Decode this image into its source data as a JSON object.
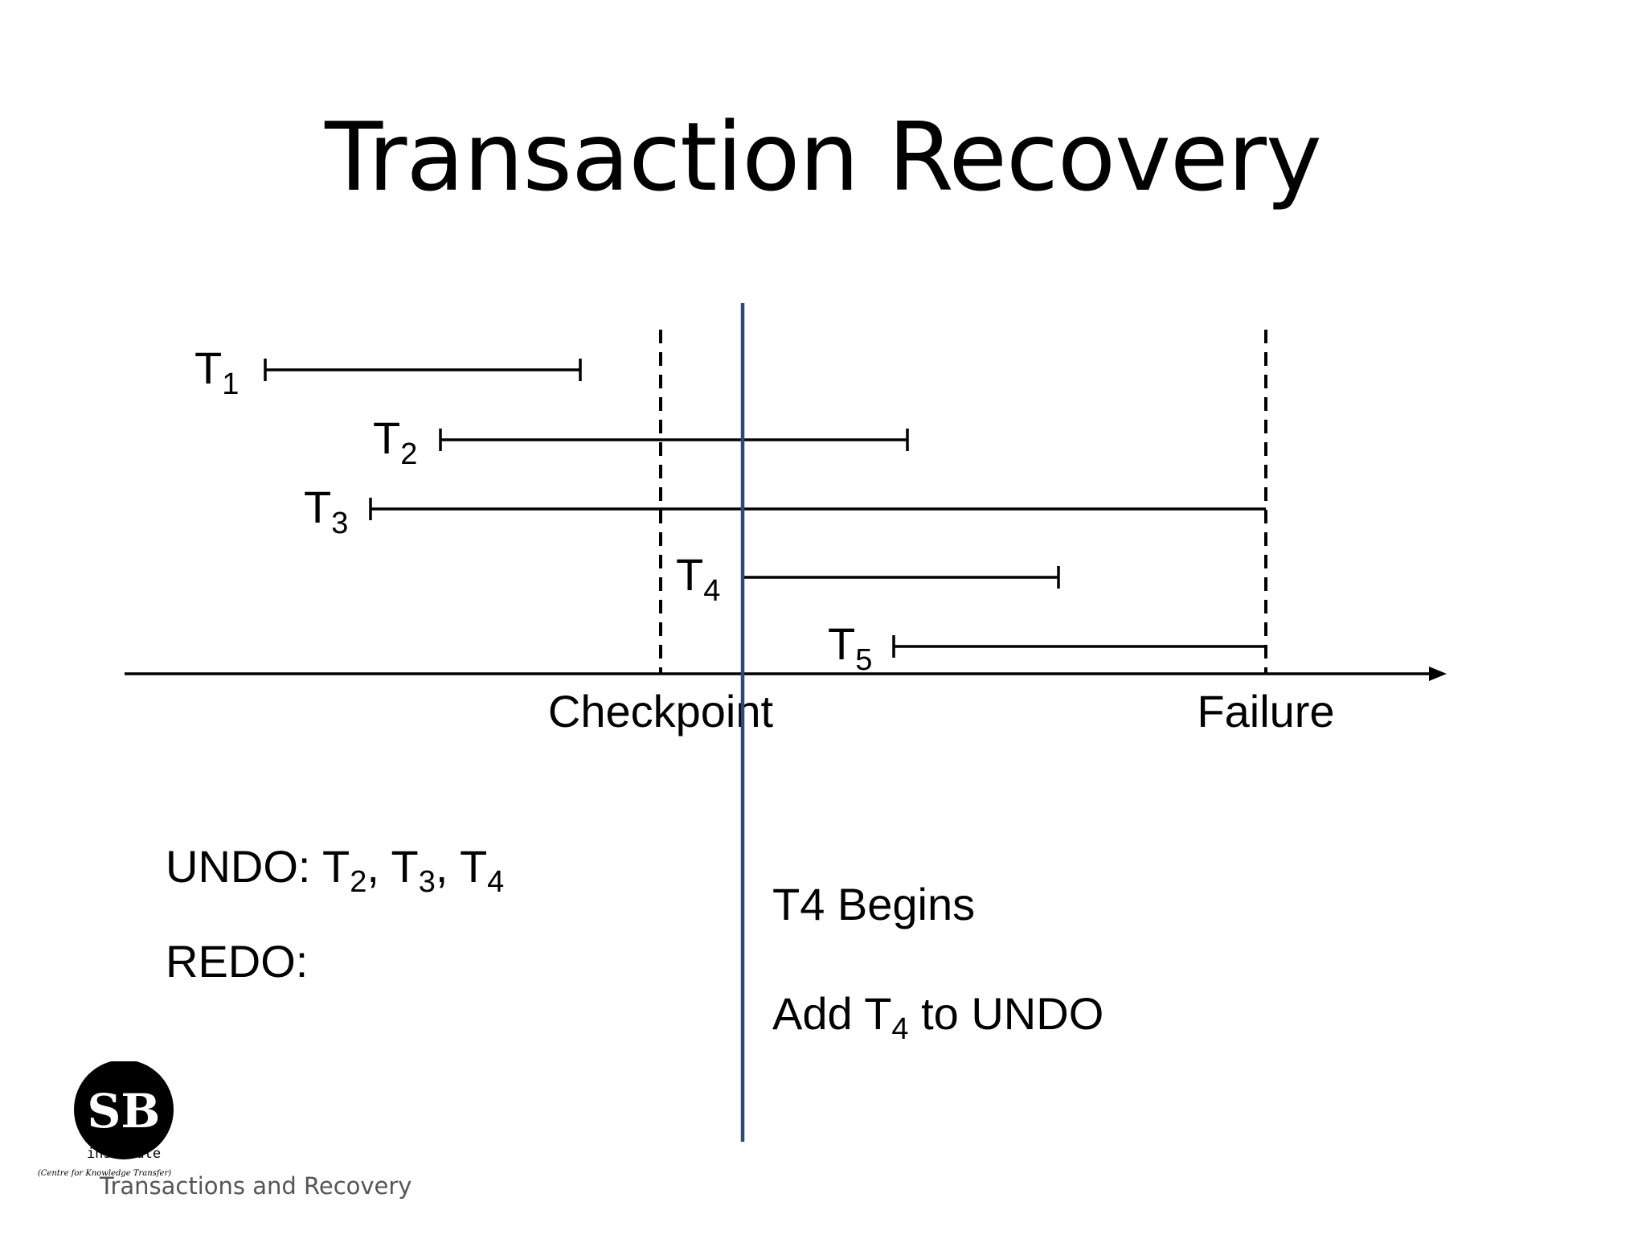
{
  "slide": {
    "title": "Transaction Recovery",
    "footer": "Transactions and Recovery"
  },
  "diagram": {
    "transactions": [
      {
        "name": "T",
        "subscript": "1"
      },
      {
        "name": "T",
        "subscript": "2"
      },
      {
        "name": "T",
        "subscript": "3"
      },
      {
        "name": "T",
        "subscript": "4"
      },
      {
        "name": "T",
        "subscript": "5"
      }
    ],
    "checkpoint_label": "Checkpoint",
    "failure_label": "Failure",
    "marker_color": "#2e4a73"
  },
  "undo": {
    "label": "UNDO: ",
    "items": [
      {
        "name": "T",
        "subscript": "2",
        "sep": ", "
      },
      {
        "name": "T",
        "subscript": "3",
        "sep": ", "
      },
      {
        "name": "T",
        "subscript": "4",
        "sep": ""
      }
    ]
  },
  "redo": {
    "label": "REDO:"
  },
  "event": {
    "line1": "T4 Begins",
    "line2_prefix": "Add ",
    "line2_name": "T",
    "line2_subscript": "4",
    "line2_suffix": " to UNDO"
  },
  "logo": {
    "text": "institute",
    "tagline": "(Centre for Knowledge Transfer)"
  }
}
